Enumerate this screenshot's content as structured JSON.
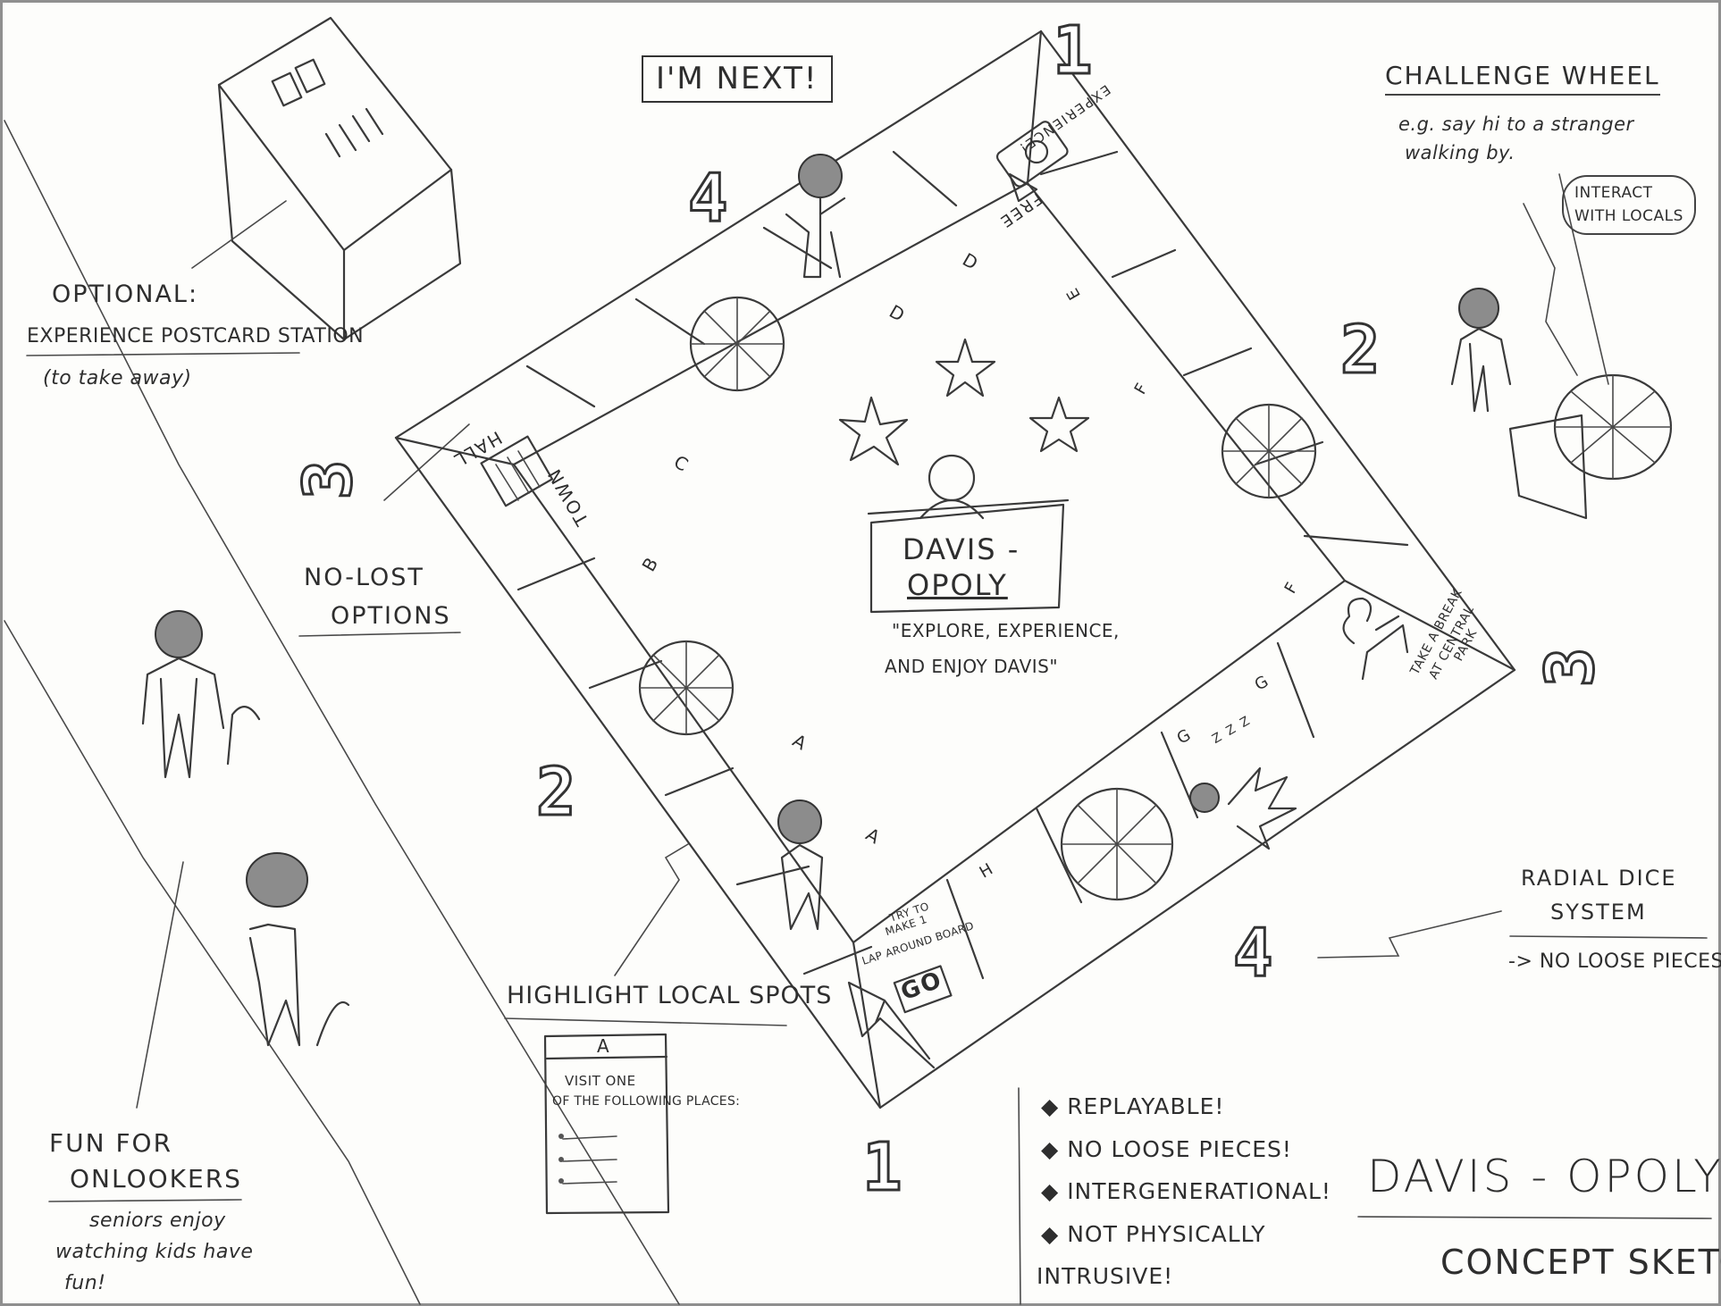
{
  "sketch": {
    "title": "DAVIS - OPOLY",
    "subtitle": "CONCEPT SKETCH",
    "board": {
      "sign_line1": "DAVIS -",
      "sign_line2": "OPOLY",
      "slogan_line1": "\"EXPLORE, EXPERIENCE,",
      "slogan_line2": "AND ENJOY DAVIS\"",
      "start_text_line1": "TRY TO",
      "start_text_line2": "MAKE 1",
      "start_text_line3": "LAP AROUND BOARD",
      "go_label": "GO",
      "town_hall_top": "HALL",
      "town_hall_bottom": "TOWN",
      "free_experience_top": "EXPERIENCE!",
      "free_experience_bottom": "FREE",
      "central_park_line1": "TAKE A BREAK",
      "central_park_line2": "AT CENTRAL",
      "central_park_line3": "PARK",
      "space_letters": [
        "A",
        "A",
        "B",
        "C",
        "D",
        "D",
        "E",
        "F",
        "F",
        "G",
        "G",
        "H"
      ],
      "sleep_text": "z z z"
    },
    "annotations": {
      "im_next": "I'M NEXT!",
      "optional_title": "OPTIONAL:",
      "optional_line": "EXPERIENCE POSTCARD STATION",
      "optional_note": "(to take away)",
      "no_lost": "NO-LOST",
      "options": "OPTIONS",
      "fun_for": "FUN FOR",
      "onlookers": "ONLOOKERS",
      "seniors_line1": "seniors enjoy",
      "seniors_line2": "watching kids have",
      "seniors_line3": "fun!",
      "highlight": "HIGHLIGHT LOCAL SPOTS",
      "card_letter": "A",
      "card_line1": "VISIT ONE",
      "card_line2": "OF THE FOLLOWING PLACES:",
      "challenge_title": "CHALLENGE WHEEL",
      "challenge_line1": "e.g. say hi to a stranger",
      "challenge_line2": "walking by.",
      "interact_line1": "INTERACT",
      "interact_line2": "WITH LOCALS",
      "radial_line1": "RADIAL DICE",
      "radial_line2": "SYSTEM",
      "radial_line3": "-> NO LOOSE PIECES"
    },
    "features": [
      "REPLAYABLE!",
      "NO LOOSE PIECES!",
      "INTERGENERATIONAL!",
      "NOT PHYSICALLY",
      "INTRUSIVE!"
    ],
    "player_numbers": {
      "p1_top": "1",
      "p1_bottom": "1",
      "p2_left": "2",
      "p2_right": "2",
      "p3_left": "3",
      "p3_right": "3",
      "p4_top": "4",
      "p4_bottom": "4"
    },
    "colors": {
      "paper": "#fdfdfb",
      "ink": "#333333",
      "shade": "#8c8c8c"
    }
  }
}
